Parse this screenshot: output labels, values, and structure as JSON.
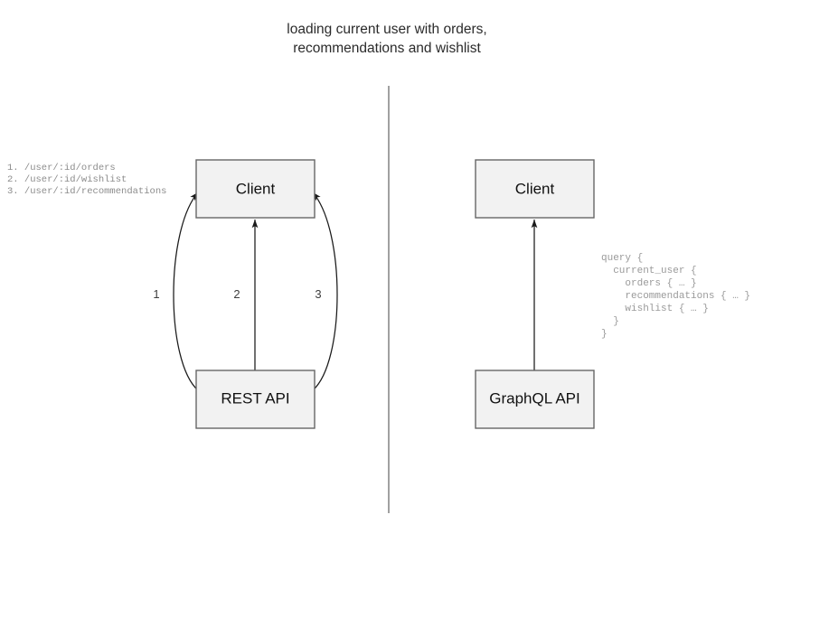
{
  "title": {
    "line1": "loading current user with orders,",
    "line2": "recommendations and wishlist"
  },
  "rest_section": {
    "endpoints": [
      "1. /user/:id/orders",
      "2. /user/:id/wishlist",
      "3. /user/:id/recommendations"
    ],
    "client_node": "Client",
    "api_node": "REST API",
    "edge_labels": [
      "1",
      "2",
      "3"
    ]
  },
  "graphql_section": {
    "client_node": "Client",
    "api_node": "GraphQL API",
    "query_lines": [
      "query {",
      "  current_user {",
      "    orders { … }",
      "    recommendations { … }",
      "    wishlist { … }",
      "  }",
      "}"
    ]
  },
  "colors": {
    "box_fill": "#f2f2f2",
    "box_stroke": "#666666",
    "edge_stroke": "#1a1a1a",
    "code_text": "#9a9a9a",
    "divider": "#6e6e6e"
  }
}
